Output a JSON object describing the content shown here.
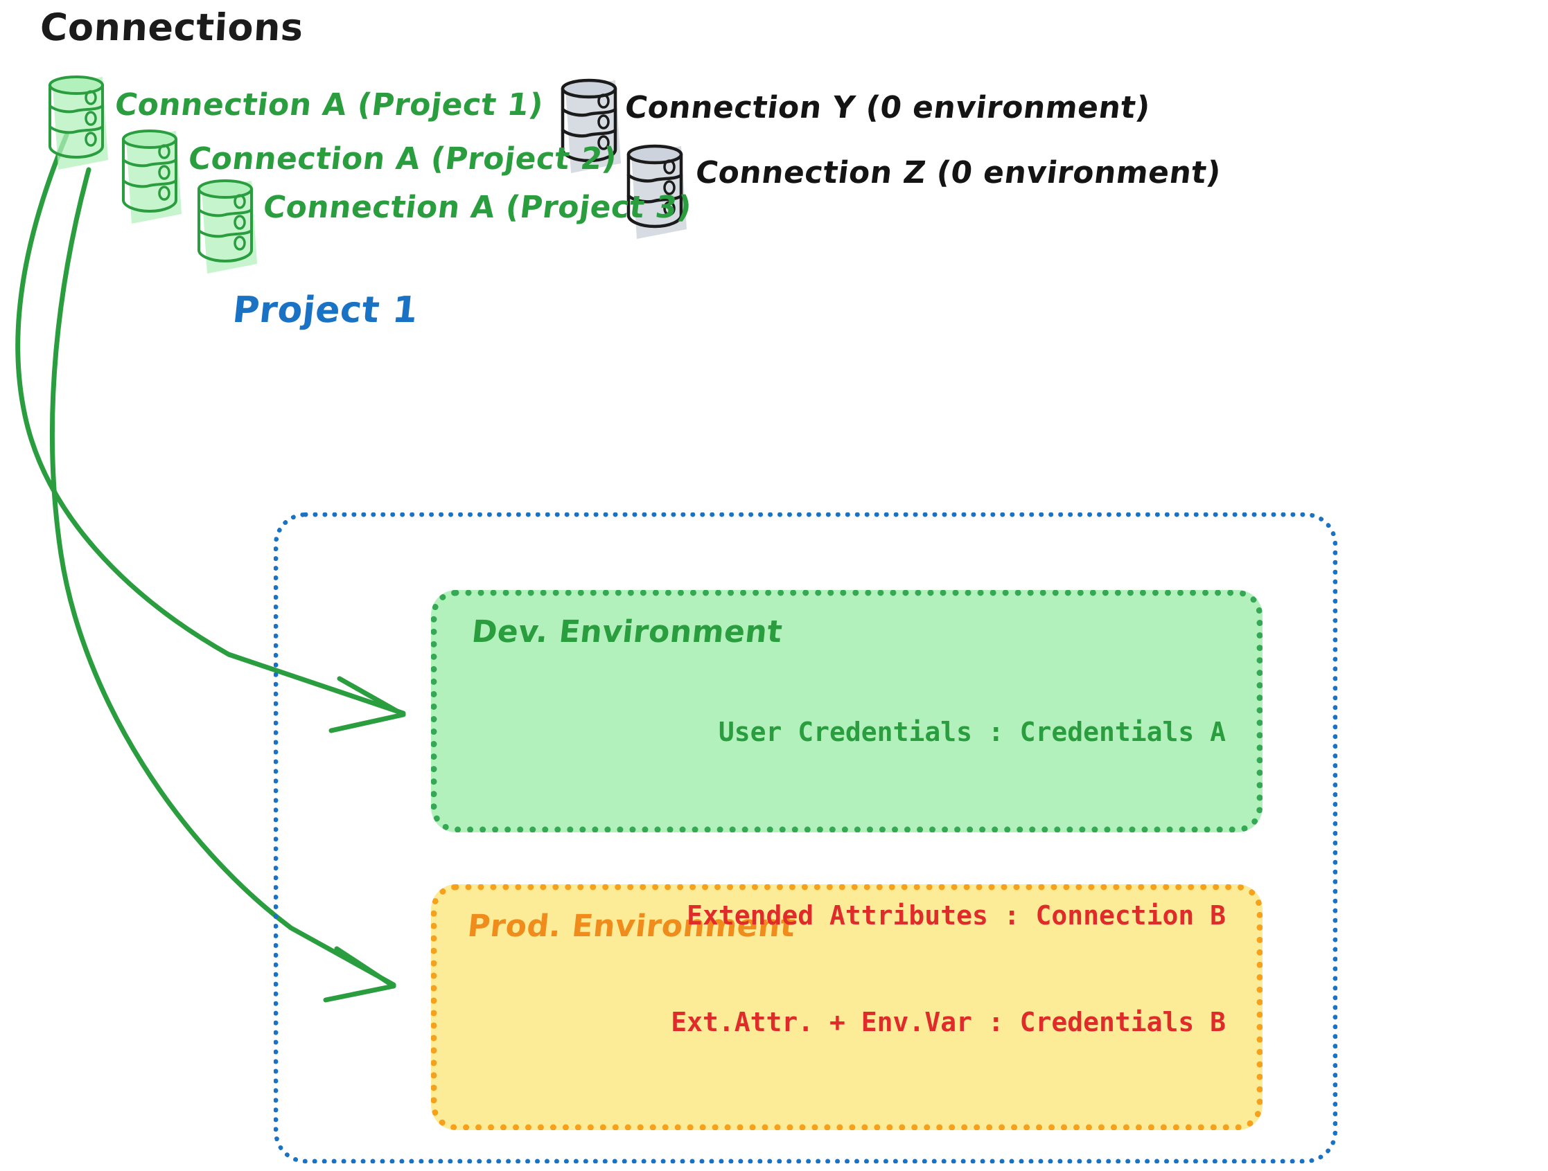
{
  "diagram": {
    "title": "Connections",
    "title_color": "#1b1b1b",
    "background": "#ffffff"
  },
  "connections": {
    "green": {
      "color": "#2a9d3f",
      "fill": "#b2f0bc",
      "icon": "database-cylinder-icon",
      "items": [
        {
          "label": "Connection A (Project 1)"
        },
        {
          "label": "Connection A (Project 2)"
        },
        {
          "label": "Connection A (Project 3)"
        }
      ]
    },
    "grey": {
      "color": "#141414",
      "fill": "#cdd3dc",
      "icon": "database-cylinder-icon",
      "items": [
        {
          "label": "Connection Y (0 environment)"
        },
        {
          "label": "Connection Z (0 environment)"
        }
      ]
    }
  },
  "project": {
    "title": "Project 1",
    "title_color": "#1a72c4",
    "border_color": "#1a72c4",
    "environments": [
      {
        "name": "Dev. Environment",
        "title_color": "#2a9d3f",
        "fill": "#b2f0bc",
        "border_color": "#34a853",
        "rows_color": "#2a9d3f",
        "rows": [
          "User Credentials : Credentials A"
        ]
      },
      {
        "name": "Prod. Environment",
        "title_color": "#f08c1b",
        "fill": "#fceb97",
        "border_color": "#f5a11b",
        "rows_color": "#e02b2b",
        "rows": [
          "Extended Attributes : Connection B",
          "Ext.Attr. + Env.Var : Credentials B"
        ]
      }
    ]
  },
  "arrows": {
    "color": "#2a9d3f",
    "items": [
      {
        "name": "arrow-connection-a-to-dev-environment"
      },
      {
        "name": "arrow-connection-a-to-prod-environment"
      }
    ]
  }
}
